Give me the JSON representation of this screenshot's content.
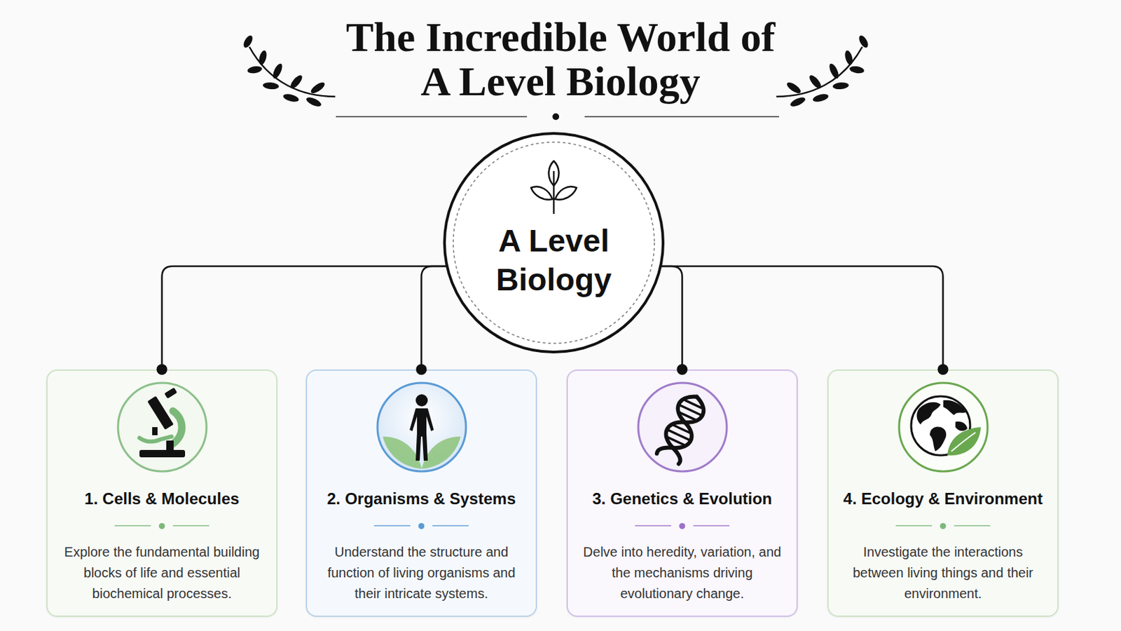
{
  "diagram": {
    "title": "The Incredible World of A Level Biology",
    "nodes": [
      {
        "text": [
          "A Level Biology"
        ]
      },
      {
        "text": [
          "1. Cells & Molecules",
          "Explore the fundamental building blocks of life and essential biochemical processes."
        ]
      },
      {
        "text": [
          "2. Organisms & Systems",
          "Understand the structure and function of living organisms and their intricate systems."
        ]
      },
      {
        "text": [
          "3. Genetics & Evolution",
          "Delve into heredity, variation, and the mechanisms driving evolutionary change."
        ]
      },
      {
        "text": [
          "4. Ecology & Environment",
          "Investigate the interactions between living things and their environment."
        ]
      }
    ],
    "edges": [
      {
        "from": 0,
        "to": 1,
        "arrow": "none"
      },
      {
        "from": 0,
        "to": 2,
        "arrow": "none"
      },
      {
        "from": 0,
        "to": 3,
        "arrow": "none"
      },
      {
        "from": 0,
        "to": 4,
        "arrow": "none"
      }
    ]
  }
}
